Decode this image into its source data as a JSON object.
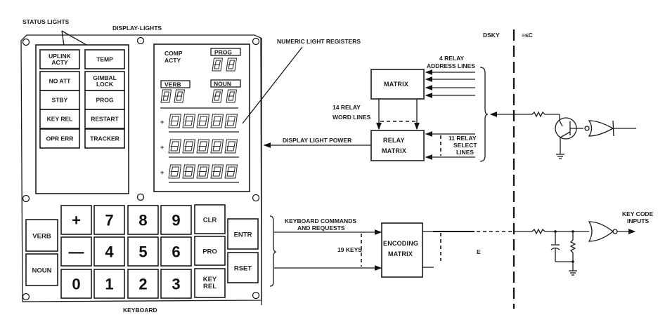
{
  "title_labels": {
    "status_lights": "STATUS LIGHTS",
    "display_lights": "DISPLAY·LIGHTS",
    "numeric_light_registers": "NUMERIC LIGHT REGISTERS",
    "keyboard": "KEYBOARD",
    "dsky": "DSKY",
    "agc": "≡≤C"
  },
  "status_lights": [
    [
      "UPLINK",
      "ACTY"
    ],
    [
      "TEMP"
    ],
    [
      "NO ATT"
    ],
    [
      "GIMBAL",
      "LOCK"
    ],
    [
      "STBY"
    ],
    [
      "PROG"
    ],
    [
      "KEY REL"
    ],
    [
      "RESTART"
    ],
    [
      "OPR ERR"
    ],
    [
      "TRACKER"
    ]
  ],
  "display_panel": {
    "comp_acty": [
      "COMP",
      "ACTY"
    ],
    "prog": "PROG",
    "verb": "VERB",
    "noun": "NOUN",
    "register_sign": "+"
  },
  "keyboard": {
    "left_keys": [
      "VERB",
      "NOUN"
    ],
    "grid_keys": [
      [
        "+",
        "7",
        "8",
        "9"
      ],
      [
        "—",
        "4",
        "5",
        "6"
      ],
      [
        "0",
        "1",
        "2",
        "3"
      ]
    ],
    "right_col1": [
      "CLR",
      "PRO",
      [
        "KEY",
        "REL"
      ]
    ],
    "right_col2": [
      "ENTR",
      "RSET"
    ]
  },
  "blocks": {
    "matrix": "MATRIX",
    "relay_matrix": [
      "RELAY",
      "MATRIX"
    ],
    "encoding_matrix": [
      "ENCODING",
      "MATRIX"
    ]
  },
  "signal_labels": {
    "relay_address": [
      "4 RELAY",
      "ADDRESS LINES"
    ],
    "relay_word": [
      "14 RELAY",
      "WORD LINES"
    ],
    "relay_select": [
      "11 RELAY",
      "SELECT",
      "LINES"
    ],
    "display_light_power": "DISPLAY LIGHT POWER",
    "keyboard_commands": [
      "KEYBOARD COMMANDS",
      "AND REQUESTS"
    ],
    "nineteen_keys": "19 KEYS",
    "key_code_inputs": [
      "KEY CODE",
      "INPUTS"
    ],
    "e_label": "E"
  }
}
